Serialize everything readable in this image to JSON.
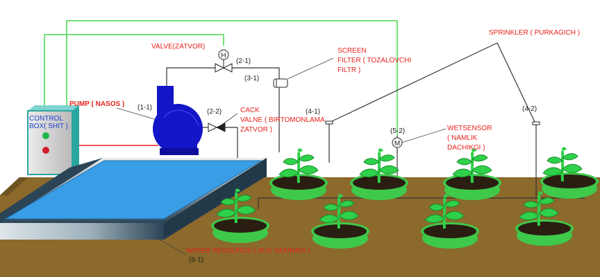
{
  "colors": {
    "ground": "#8b6a2c",
    "ground_dark": "#6e5220",
    "water": "#3a9ee6",
    "pump": "#1414c8",
    "control_box": "#2aa6a0",
    "wire": "#49d64f",
    "plant": "#2fd14a",
    "pot": "#3ec94a",
    "label_red": "#e8221c",
    "label_black": "#222222"
  },
  "labels": {
    "valve": "VALVE(ZATVOR)",
    "valve_code": "(2-1)",
    "valve_symbol": "H",
    "screen_filter_line1": "SCREEN",
    "screen_filter_line2": "FILTER ( TOZALOVCHI",
    "screen_filter_line3": "FILTR )",
    "filter_code": "(3-1)",
    "sprinkler": "SPRINKLER ( PURKAGICH )",
    "pump": "PUMP ( NASOS )",
    "pump_code": "(1-1)",
    "check_valve_code": "(2-2)",
    "check_valve_line1": "CACK",
    "check_valve_line2": "VALNE ( BIRTOMONLAMA",
    "check_valve_line3": "ZATVOR )",
    "sprinkler_code_1": "(4-1)",
    "sprinkler_code_2": "(4-2)",
    "wetsensor_code": "(5-2)",
    "wetsensor_symbol": "M",
    "wetsensor_line1": "WETSENSOR",
    "wetsensor_line2": "( NAMLIK",
    "wetsensor_line3": "DACHIKGI )",
    "control_box_line1": "CONTROL",
    "control_box_line2": "BOX( SHIT )",
    "water_resource": "WATER  RESOURCE ( SUV  ZAXIRASI )",
    "water_code": "(6-1)"
  }
}
